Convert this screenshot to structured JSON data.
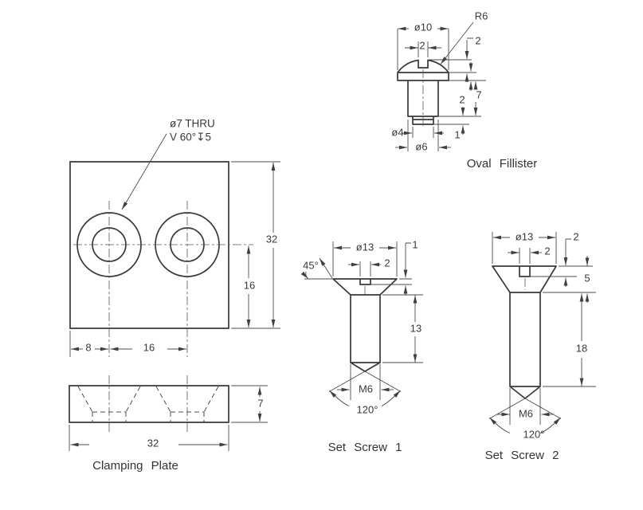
{
  "views": {
    "oval_fillister": {
      "title": "Oval Fillister",
      "dims": {
        "head_dia": "ø10",
        "slot_width": "2",
        "head_radius": "R6",
        "crown_height": "2",
        "band_height": "2",
        "shank_length": "7",
        "tip_length": "1",
        "tip_dia": "ø4",
        "shank_dia": "ø6"
      }
    },
    "clamping_plate": {
      "title": "Clamping Plate",
      "hole_note": {
        "line1": "ø7 THRU",
        "line2": "V 60°↧5"
      },
      "dims": {
        "plate_height": "32",
        "hole_center_offset": "16",
        "hole_edge_dist": "8",
        "hole_pitch": "16",
        "plate_width": "32",
        "thickness": "7"
      }
    },
    "set_screw_1": {
      "title": "Set Screw 1",
      "dims": {
        "head_dia": "ø13",
        "slot_depth": "1",
        "slot_width": "2",
        "head_angle": "45°",
        "shank_length": "13",
        "thread": "M6",
        "point_angle": "120°"
      }
    },
    "set_screw_2": {
      "title": "Set Screw 2",
      "dims": {
        "head_dia": "ø13",
        "slot_depth": "2",
        "slot_width": "2",
        "head_height": "5",
        "shank_length": "18",
        "thread": "M6",
        "point_angle": "120°"
      }
    }
  }
}
